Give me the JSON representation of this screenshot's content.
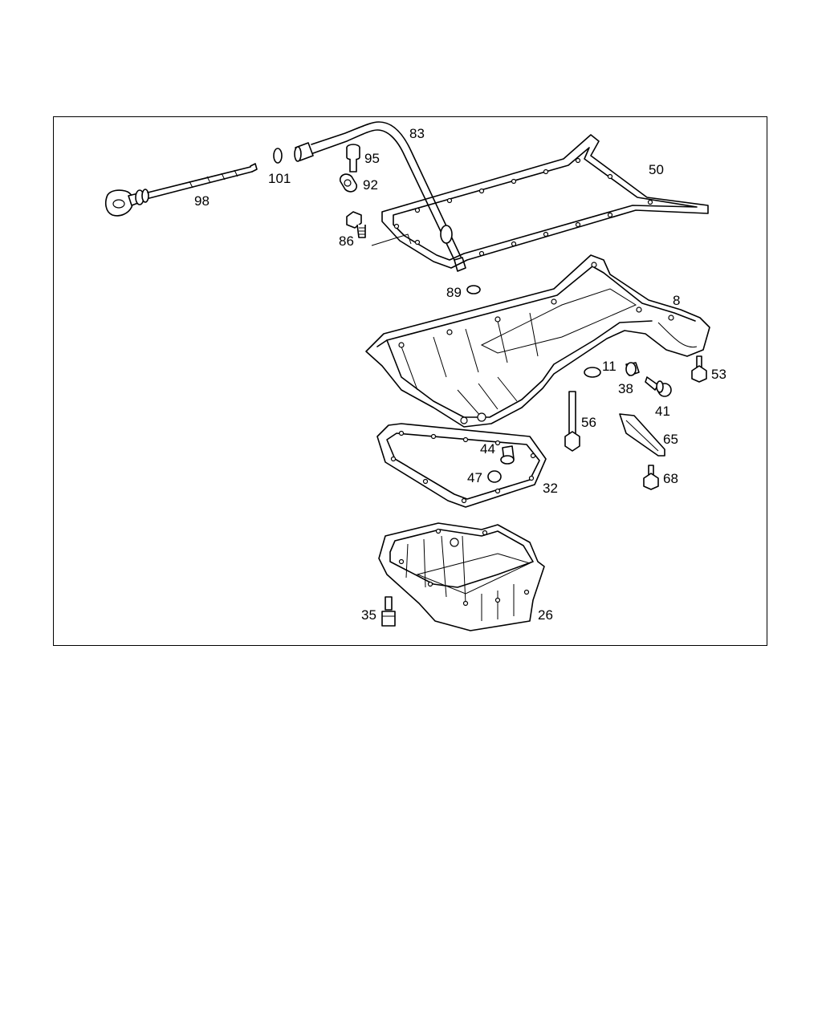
{
  "callouts": {
    "c98": "98",
    "c101": "101",
    "c83": "83",
    "c95": "95",
    "c92": "92",
    "c86": "86",
    "c50": "50",
    "c89": "89",
    "c8": "8",
    "c11": "11",
    "c38": "38",
    "c41": "41",
    "c53": "53",
    "c56": "56",
    "c65": "65",
    "c68": "68",
    "c44": "44",
    "c47": "47",
    "c32": "32",
    "c35": "35",
    "c26": "26"
  }
}
